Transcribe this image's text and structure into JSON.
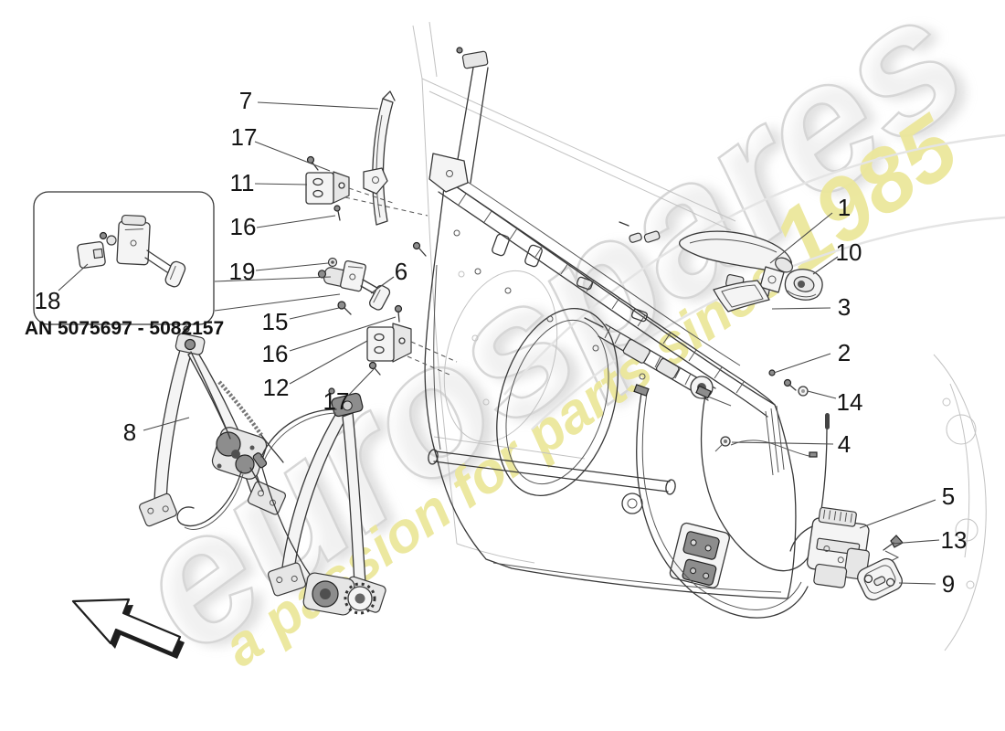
{
  "diagram": {
    "reference_label": "AN 5075697 - 5082157",
    "callouts": [
      {
        "label": "7"
      },
      {
        "label": "17"
      },
      {
        "label": "11"
      },
      {
        "label": "16"
      },
      {
        "label": "19"
      },
      {
        "label": "6"
      },
      {
        "label": "15"
      },
      {
        "label": "16"
      },
      {
        "label": "12"
      },
      {
        "label": "17"
      },
      {
        "label": "18"
      },
      {
        "label": "8"
      },
      {
        "label": "1"
      },
      {
        "label": "10"
      },
      {
        "label": "3"
      },
      {
        "label": "2"
      },
      {
        "label": "14"
      },
      {
        "label": "4"
      },
      {
        "label": "5"
      },
      {
        "label": "13"
      },
      {
        "label": "9"
      }
    ]
  },
  "watermark": {
    "brand": "eurospares",
    "tagline": "a passion for parts since ",
    "tagline_year": "1985",
    "brand_color": "#d6d6d6",
    "tagline_color": "#ece79b"
  }
}
